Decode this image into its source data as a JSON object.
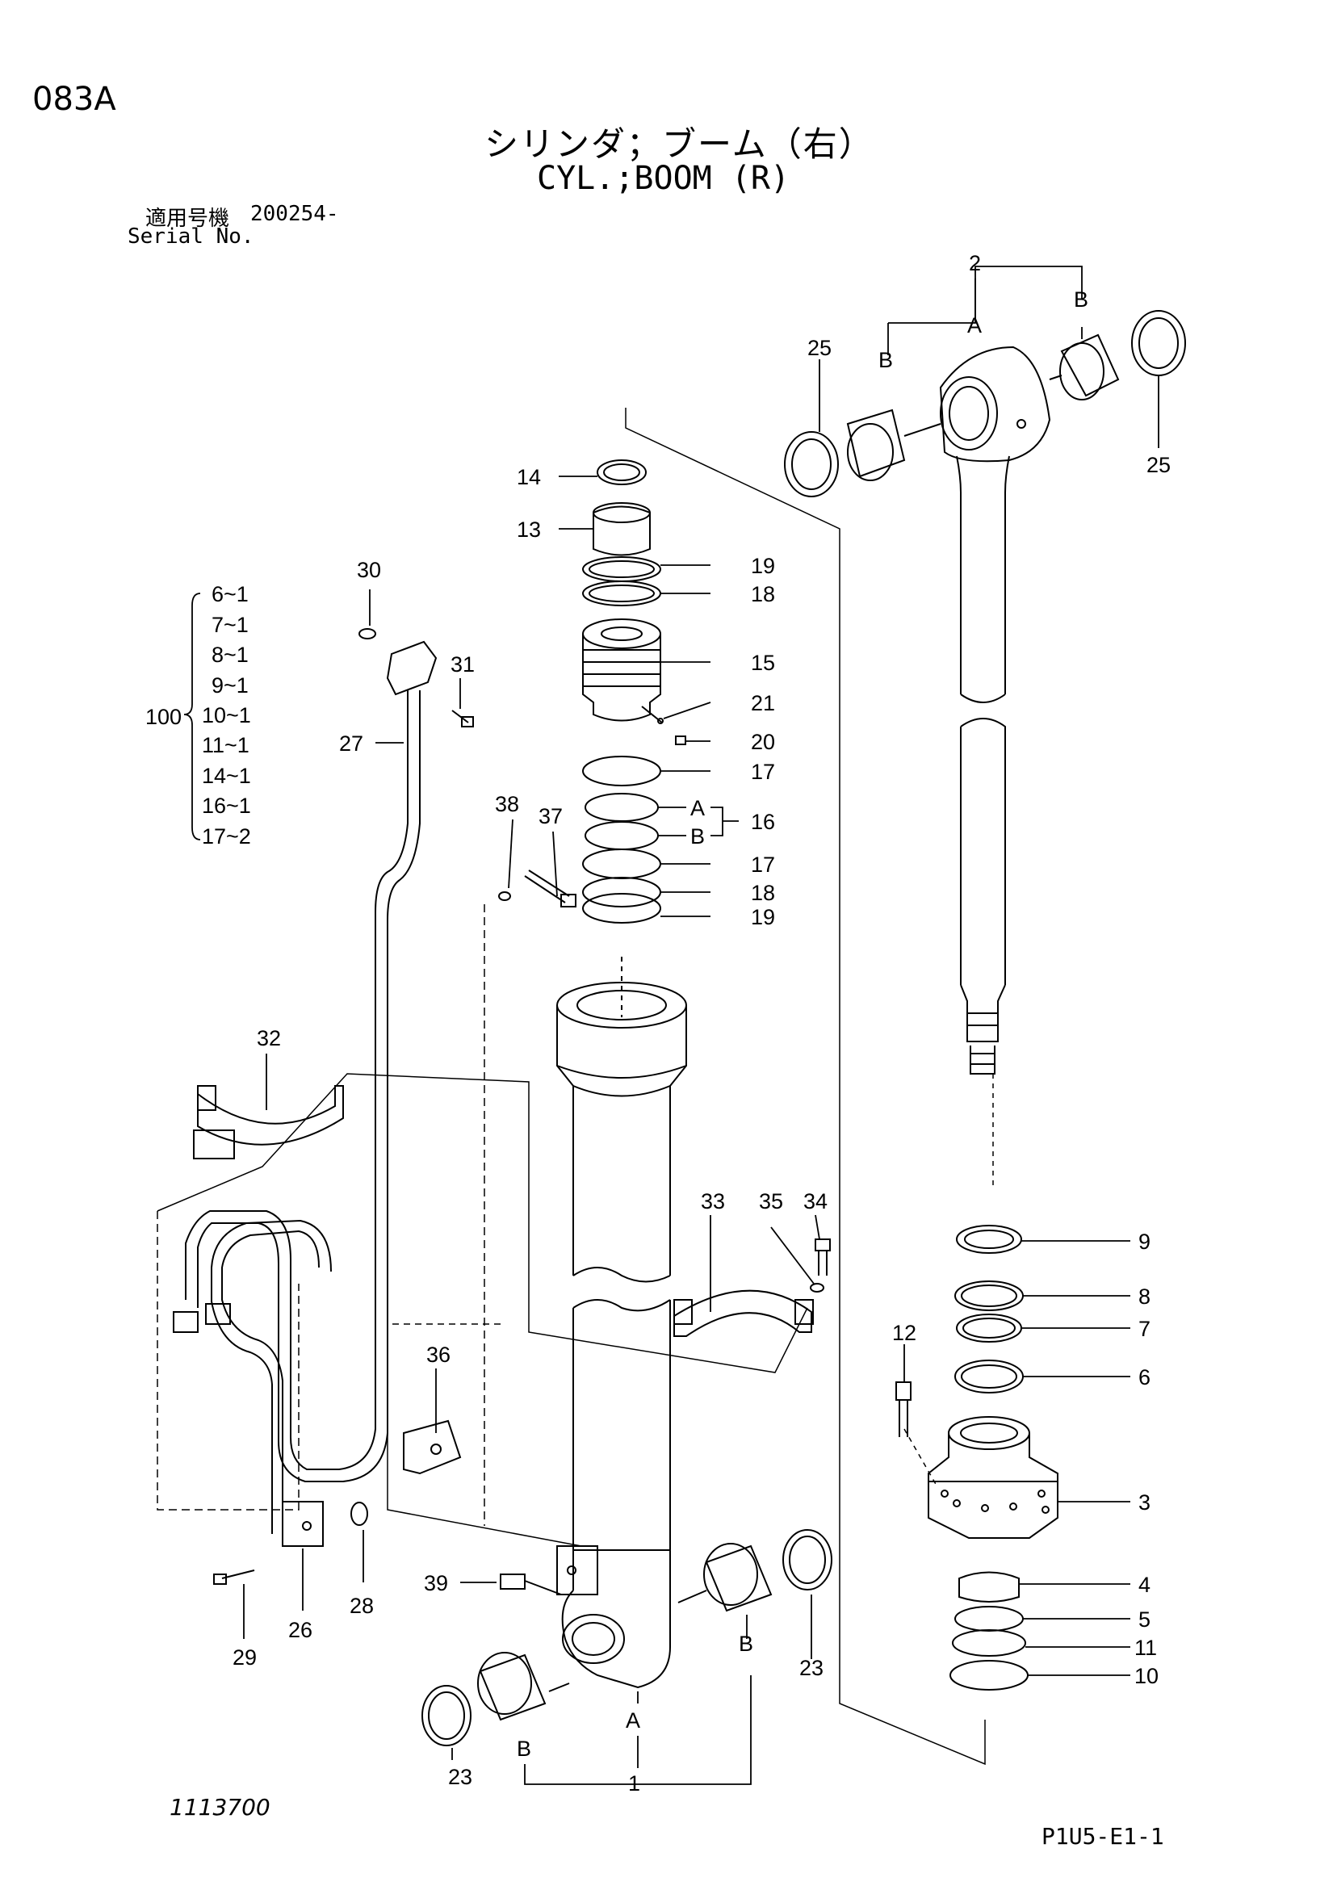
{
  "header": {
    "page_code": "083A",
    "title_jp": "シリンダ；ブーム（右）",
    "title_en": "CYL.;BOOM (R)",
    "serial_label_jp": "適用号機",
    "serial_number": "200254-",
    "serial_label_en": "Serial No."
  },
  "footer": {
    "drawing_number": "1113700",
    "sheet_code": "P1U5-E1-1"
  },
  "kit": {
    "label": "100",
    "items": [
      "6~1",
      "7~1",
      "8~1",
      "9~1",
      "10~1",
      "11~1",
      "14~1",
      "16~1",
      "17~2"
    ]
  },
  "callouts": {
    "c1": "1",
    "c2": "2",
    "c3": "3",
    "c4": "4",
    "c5": "5",
    "c6": "6",
    "c7": "7",
    "c8": "8",
    "c9": "9",
    "c10": "10",
    "c11": "11",
    "c12": "12",
    "c13": "13",
    "c14": "14",
    "c15": "15",
    "c16": "16",
    "c17a": "17",
    "c17b": "17",
    "c18a": "18",
    "c18b": "18",
    "c19a": "19",
    "c19b": "19",
    "c20": "20",
    "c21": "21",
    "c23a": "23",
    "c23b": "23",
    "c25a": "25",
    "c25b": "25",
    "c26": "26",
    "c27": "27",
    "c28": "28",
    "c29": "29",
    "c30": "30",
    "c31": "31",
    "c32": "32",
    "c33": "33",
    "c34": "34",
    "c35": "35",
    "c36": "36",
    "c37": "37",
    "c38": "38",
    "c39": "39",
    "sub_A_rod": "A",
    "sub_B_rod1": "B",
    "sub_B_rod2": "B",
    "sub_A_tube": "A",
    "sub_B_tube1": "B",
    "sub_B_tube2": "B",
    "sub_A_ring": "A",
    "sub_B_ring": "B"
  },
  "colors": {
    "ink": "#000000",
    "paper": "#ffffff"
  }
}
